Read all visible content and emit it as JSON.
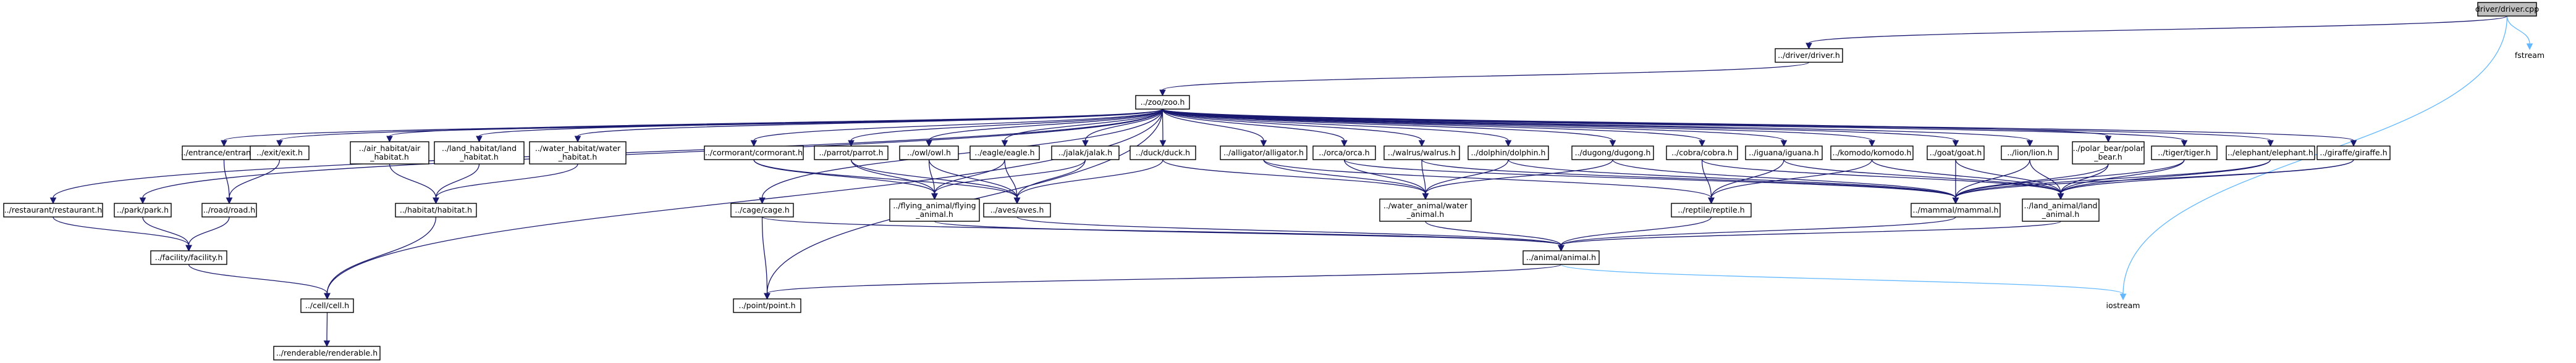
{
  "graph": {
    "nodes": [
      {
        "id": "driver_cpp",
        "lines": [
          "driver/driver.cpp"
        ],
        "root": true
      },
      {
        "id": "driver_h",
        "lines": [
          "../driver/driver.h"
        ]
      },
      {
        "id": "fstream",
        "lines": [
          "fstream"
        ],
        "plain": true
      },
      {
        "id": "zoo_h",
        "lines": [
          "../zoo/zoo.h"
        ]
      },
      {
        "id": "restaurant_h",
        "lines": [
          "../restaurant/restaurant.h"
        ]
      },
      {
        "id": "park_h",
        "lines": [
          "../park/park.h"
        ]
      },
      {
        "id": "entrance_h",
        "lines": [
          "../entrance/entrance.h"
        ]
      },
      {
        "id": "exit_h",
        "lines": [
          "../exit/exit.h"
        ]
      },
      {
        "id": "road_h",
        "lines": [
          "../road/road.h"
        ]
      },
      {
        "id": "facility_h",
        "lines": [
          "../facility/facility.h"
        ]
      },
      {
        "id": "cell_h",
        "lines": [
          "../cell/cell.h"
        ]
      },
      {
        "id": "renderable_h",
        "lines": [
          "../renderable/renderable.h"
        ]
      },
      {
        "id": "air_habitat_h",
        "lines": [
          "../air_habitat/air",
          "_habitat.h"
        ]
      },
      {
        "id": "land_habitat_h",
        "lines": [
          "../land_habitat/land",
          "_habitat.h"
        ]
      },
      {
        "id": "water_habitat_h",
        "lines": [
          "../water_habitat/water",
          "_habitat.h"
        ]
      },
      {
        "id": "habitat_h",
        "lines": [
          "../habitat/habitat.h"
        ]
      },
      {
        "id": "cormorant_h",
        "lines": [
          "../cormorant/cormorant.h"
        ]
      },
      {
        "id": "parrot_h",
        "lines": [
          "../parrot/parrot.h"
        ]
      },
      {
        "id": "owl_h",
        "lines": [
          "../owl/owl.h"
        ]
      },
      {
        "id": "eagle_h",
        "lines": [
          "../eagle/eagle.h"
        ]
      },
      {
        "id": "jalak_h",
        "lines": [
          "../jalak/jalak.h"
        ]
      },
      {
        "id": "duck_h",
        "lines": [
          "../duck/duck.h"
        ]
      },
      {
        "id": "alligator_h",
        "lines": [
          "../alligator/alligator.h"
        ]
      },
      {
        "id": "orca_h",
        "lines": [
          "../orca/orca.h"
        ]
      },
      {
        "id": "walrus_h",
        "lines": [
          "../walrus/walrus.h"
        ]
      },
      {
        "id": "dolphin_h",
        "lines": [
          "../dolphin/dolphin.h"
        ]
      },
      {
        "id": "dugong_h",
        "lines": [
          "../dugong/dugong.h"
        ]
      },
      {
        "id": "cobra_h",
        "lines": [
          "../cobra/cobra.h"
        ]
      },
      {
        "id": "iguana_h",
        "lines": [
          "../iguana/iguana.h"
        ]
      },
      {
        "id": "komodo_h",
        "lines": [
          "../komodo/komodo.h"
        ]
      },
      {
        "id": "goat_h",
        "lines": [
          "../goat/goat.h"
        ]
      },
      {
        "id": "lion_h",
        "lines": [
          "../lion/lion.h"
        ]
      },
      {
        "id": "polar_bear_h",
        "lines": [
          "../polar_bear/polar",
          "_bear.h"
        ]
      },
      {
        "id": "tiger_h",
        "lines": [
          "../tiger/tiger.h"
        ]
      },
      {
        "id": "elephant_h",
        "lines": [
          "../elephant/elephant.h"
        ]
      },
      {
        "id": "giraffe_h",
        "lines": [
          "../giraffe/giraffe.h"
        ]
      },
      {
        "id": "cage_h",
        "lines": [
          "../cage/cage.h"
        ]
      },
      {
        "id": "flying_animal_h",
        "lines": [
          "../flying_animal/flying",
          "_animal.h"
        ]
      },
      {
        "id": "aves_h",
        "lines": [
          "../aves/aves.h"
        ]
      },
      {
        "id": "water_animal_h",
        "lines": [
          "../water_animal/water",
          "_animal.h"
        ]
      },
      {
        "id": "reptile_h",
        "lines": [
          "../reptile/reptile.h"
        ]
      },
      {
        "id": "mammal_h",
        "lines": [
          "../mammal/mammal.h"
        ]
      },
      {
        "id": "land_animal_h",
        "lines": [
          "../land_animal/land",
          "_animal.h"
        ]
      },
      {
        "id": "animal_h",
        "lines": [
          "../animal/animal.h"
        ]
      },
      {
        "id": "point_h",
        "lines": [
          "../point/point.h"
        ]
      },
      {
        "id": "iostream",
        "lines": [
          "iostream"
        ],
        "plain": true
      }
    ],
    "edges": [
      {
        "from": "driver_cpp",
        "to": "driver_h"
      },
      {
        "from": "driver_cpp",
        "to": "fstream",
        "style": "light"
      },
      {
        "from": "driver_cpp",
        "to": "iostream",
        "style": "light"
      },
      {
        "from": "driver_h",
        "to": "zoo_h"
      },
      {
        "from": "zoo_h",
        "to": "restaurant_h"
      },
      {
        "from": "zoo_h",
        "to": "park_h"
      },
      {
        "from": "zoo_h",
        "to": "entrance_h"
      },
      {
        "from": "zoo_h",
        "to": "exit_h"
      },
      {
        "from": "zoo_h",
        "to": "cell_h"
      },
      {
        "from": "zoo_h",
        "to": "air_habitat_h"
      },
      {
        "from": "zoo_h",
        "to": "land_habitat_h"
      },
      {
        "from": "zoo_h",
        "to": "water_habitat_h"
      },
      {
        "from": "zoo_h",
        "to": "cormorant_h"
      },
      {
        "from": "zoo_h",
        "to": "parrot_h"
      },
      {
        "from": "zoo_h",
        "to": "owl_h"
      },
      {
        "from": "zoo_h",
        "to": "eagle_h"
      },
      {
        "from": "zoo_h",
        "to": "jalak_h"
      },
      {
        "from": "zoo_h",
        "to": "duck_h"
      },
      {
        "from": "zoo_h",
        "to": "alligator_h"
      },
      {
        "from": "zoo_h",
        "to": "orca_h"
      },
      {
        "from": "zoo_h",
        "to": "walrus_h"
      },
      {
        "from": "zoo_h",
        "to": "dolphin_h"
      },
      {
        "from": "zoo_h",
        "to": "dugong_h"
      },
      {
        "from": "zoo_h",
        "to": "cobra_h"
      },
      {
        "from": "zoo_h",
        "to": "iguana_h"
      },
      {
        "from": "zoo_h",
        "to": "komodo_h"
      },
      {
        "from": "zoo_h",
        "to": "goat_h"
      },
      {
        "from": "zoo_h",
        "to": "lion_h"
      },
      {
        "from": "zoo_h",
        "to": "polar_bear_h"
      },
      {
        "from": "zoo_h",
        "to": "tiger_h"
      },
      {
        "from": "zoo_h",
        "to": "elephant_h"
      },
      {
        "from": "zoo_h",
        "to": "giraffe_h"
      },
      {
        "from": "zoo_h",
        "to": "cage_h"
      },
      {
        "from": "zoo_h",
        "to": "point_h"
      },
      {
        "from": "restaurant_h",
        "to": "facility_h"
      },
      {
        "from": "park_h",
        "to": "facility_h"
      },
      {
        "from": "entrance_h",
        "to": "road_h"
      },
      {
        "from": "exit_h",
        "to": "road_h"
      },
      {
        "from": "road_h",
        "to": "facility_h"
      },
      {
        "from": "facility_h",
        "to": "cell_h"
      },
      {
        "from": "cell_h",
        "to": "renderable_h"
      },
      {
        "from": "air_habitat_h",
        "to": "habitat_h"
      },
      {
        "from": "land_habitat_h",
        "to": "habitat_h"
      },
      {
        "from": "water_habitat_h",
        "to": "habitat_h"
      },
      {
        "from": "habitat_h",
        "to": "cell_h"
      },
      {
        "from": "cormorant_h",
        "to": "flying_animal_h"
      },
      {
        "from": "cormorant_h",
        "to": "aves_h"
      },
      {
        "from": "parrot_h",
        "to": "flying_animal_h"
      },
      {
        "from": "parrot_h",
        "to": "aves_h"
      },
      {
        "from": "owl_h",
        "to": "flying_animal_h"
      },
      {
        "from": "owl_h",
        "to": "aves_h"
      },
      {
        "from": "eagle_h",
        "to": "flying_animal_h"
      },
      {
        "from": "eagle_h",
        "to": "aves_h"
      },
      {
        "from": "jalak_h",
        "to": "flying_animal_h"
      },
      {
        "from": "jalak_h",
        "to": "aves_h"
      },
      {
        "from": "duck_h",
        "to": "aves_h"
      },
      {
        "from": "duck_h",
        "to": "water_animal_h"
      },
      {
        "from": "alligator_h",
        "to": "water_animal_h"
      },
      {
        "from": "alligator_h",
        "to": "reptile_h"
      },
      {
        "from": "orca_h",
        "to": "water_animal_h"
      },
      {
        "from": "orca_h",
        "to": "mammal_h"
      },
      {
        "from": "walrus_h",
        "to": "water_animal_h"
      },
      {
        "from": "walrus_h",
        "to": "mammal_h"
      },
      {
        "from": "dolphin_h",
        "to": "water_animal_h"
      },
      {
        "from": "dolphin_h",
        "to": "mammal_h"
      },
      {
        "from": "dugong_h",
        "to": "water_animal_h"
      },
      {
        "from": "dugong_h",
        "to": "mammal_h"
      },
      {
        "from": "cobra_h",
        "to": "reptile_h"
      },
      {
        "from": "cobra_h",
        "to": "land_animal_h"
      },
      {
        "from": "iguana_h",
        "to": "reptile_h"
      },
      {
        "from": "iguana_h",
        "to": "land_animal_h"
      },
      {
        "from": "komodo_h",
        "to": "reptile_h"
      },
      {
        "from": "komodo_h",
        "to": "land_animal_h"
      },
      {
        "from": "goat_h",
        "to": "mammal_h"
      },
      {
        "from": "goat_h",
        "to": "land_animal_h"
      },
      {
        "from": "lion_h",
        "to": "mammal_h"
      },
      {
        "from": "lion_h",
        "to": "land_animal_h"
      },
      {
        "from": "polar_bear_h",
        "to": "mammal_h"
      },
      {
        "from": "polar_bear_h",
        "to": "land_animal_h"
      },
      {
        "from": "tiger_h",
        "to": "mammal_h"
      },
      {
        "from": "tiger_h",
        "to": "land_animal_h"
      },
      {
        "from": "elephant_h",
        "to": "mammal_h"
      },
      {
        "from": "elephant_h",
        "to": "land_animal_h"
      },
      {
        "from": "giraffe_h",
        "to": "mammal_h"
      },
      {
        "from": "giraffe_h",
        "to": "land_animal_h"
      },
      {
        "from": "cage_h",
        "to": "animal_h"
      },
      {
        "from": "cage_h",
        "to": "point_h"
      },
      {
        "from": "flying_animal_h",
        "to": "animal_h"
      },
      {
        "from": "aves_h",
        "to": "animal_h"
      },
      {
        "from": "water_animal_h",
        "to": "animal_h"
      },
      {
        "from": "reptile_h",
        "to": "animal_h"
      },
      {
        "from": "mammal_h",
        "to": "animal_h"
      },
      {
        "from": "land_animal_h",
        "to": "animal_h"
      },
      {
        "from": "animal_h",
        "to": "point_h"
      },
      {
        "from": "animal_h",
        "to": "iostream",
        "style": "light"
      }
    ]
  }
}
